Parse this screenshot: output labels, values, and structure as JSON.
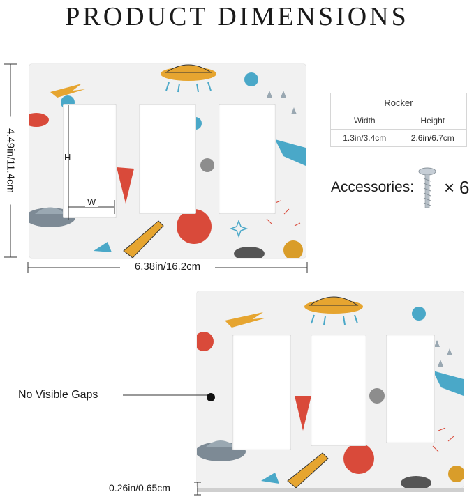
{
  "title": "PRODUCT DIMENSIONS",
  "dimensions": {
    "height": "4.49in/11.4cm",
    "width": "6.38in/16.2cm",
    "slot_h": "H",
    "slot_w": "W",
    "thickness": "0.26in/0.65cm"
  },
  "spec_table": {
    "header": "Rocker",
    "columns": [
      "Width",
      "Height"
    ],
    "values": [
      "1.3in/3.4cm",
      "2.6in/6.7cm"
    ]
  },
  "accessories": {
    "label": "Accessories:",
    "multiplier": "×",
    "count": "6",
    "icon": "screw-icon"
  },
  "callout": {
    "label": "No Visible Gaps"
  },
  "colors": {
    "plate_bg": "#f1f1f1",
    "orange": "#e6a530",
    "red": "#d94a3a",
    "blue": "#4aa8c8",
    "gray": "#7d8a95"
  }
}
